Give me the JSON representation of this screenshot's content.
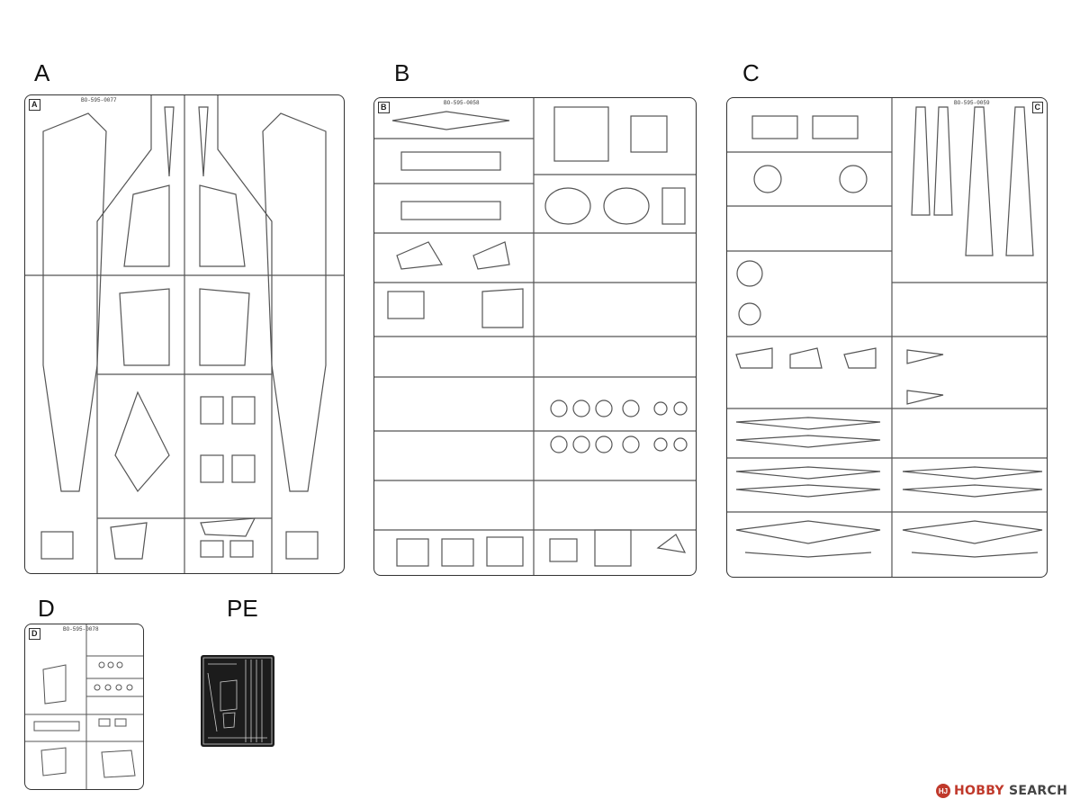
{
  "sprues": {
    "a": {
      "letter": "A",
      "tag": "A",
      "code": "BO-595-0077"
    },
    "b": {
      "letter": "B",
      "tag": "B",
      "code": "BO-595-0058"
    },
    "c": {
      "letter": "C",
      "tag": "C",
      "code": "BO-595-0059"
    },
    "d": {
      "letter": "D",
      "tag": "D",
      "code": "BO-595-0078"
    },
    "pe": {
      "letter": "PE"
    }
  },
  "watermark": {
    "badge": "HJ",
    "brand": "HOBBY",
    "search": "SEARCH",
    "brand_color": "#c0392b"
  },
  "icons": {
    "badge": "hobby-search-logo-icon"
  }
}
